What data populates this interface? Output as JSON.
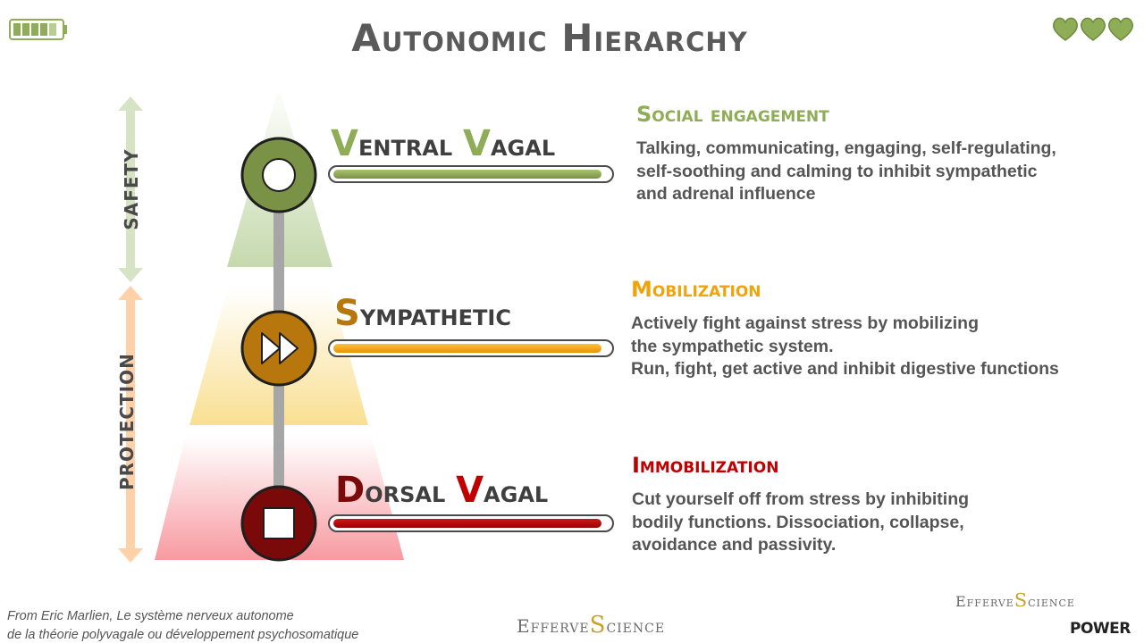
{
  "title": "Autonomic Hierarchy",
  "side_labels": {
    "safety": "SAFETY",
    "protection": "PROTECTION"
  },
  "levels": [
    {
      "label_first_letter": "V",
      "label_rest_1": "entral ",
      "label_second_letter": "V",
      "label_rest_2": "agal",
      "icon": "circle-icon",
      "color": "#7a9245",
      "accent": "#8fad56",
      "heading": "Social engagement",
      "description": "Talking, communicating, engaging, self-regulating,\nself-soothing and calming to inhibit sympathetic\nand adrenal influence"
    },
    {
      "label_first_letter": "S",
      "label_rest_1": "ympathetic",
      "label_second_letter": "",
      "label_rest_2": "",
      "icon": "fast-forward-icon",
      "color": "#b8770c",
      "accent": "#f0a30a",
      "heading": "Mobilization",
      "description": "Actively fight against stress by mobilizing\nthe sympathetic system.\nRun, fight, get active and inhibit digestive functions"
    },
    {
      "label_first_letter": "D",
      "label_rest_1": "orsal ",
      "label_second_letter": "V",
      "label_rest_2": "agal",
      "icon": "stop-icon",
      "color": "#7a0a0a",
      "accent": "#c00000",
      "heading": "Immobilization",
      "description": "Cut yourself off from stress by inhibiting\nbodily functions. Dissociation, collapse,\navoidance and passivity."
    }
  ],
  "source": "From Eric Marlien, Le système nerveux autonome\nde la théorie polyvagale ou développement psychosomatique",
  "logos": {
    "efferve_1": "Efferve",
    "s_1": "S",
    "cience_1": "cience",
    "efferve_2": "Efferve",
    "s_2": "S",
    "cience_2": "cience",
    "power": "POWER"
  },
  "colors": {
    "safety_arrow": "#d6e3c5",
    "protection_arrow": "#ffd1a8",
    "green_triangle": "#cfe0b8",
    "yellow_triangle": "#fbe7a6",
    "red_triangle": "#f7a3a8",
    "spine": "#a6a6a6",
    "heart": "#8fad56"
  }
}
